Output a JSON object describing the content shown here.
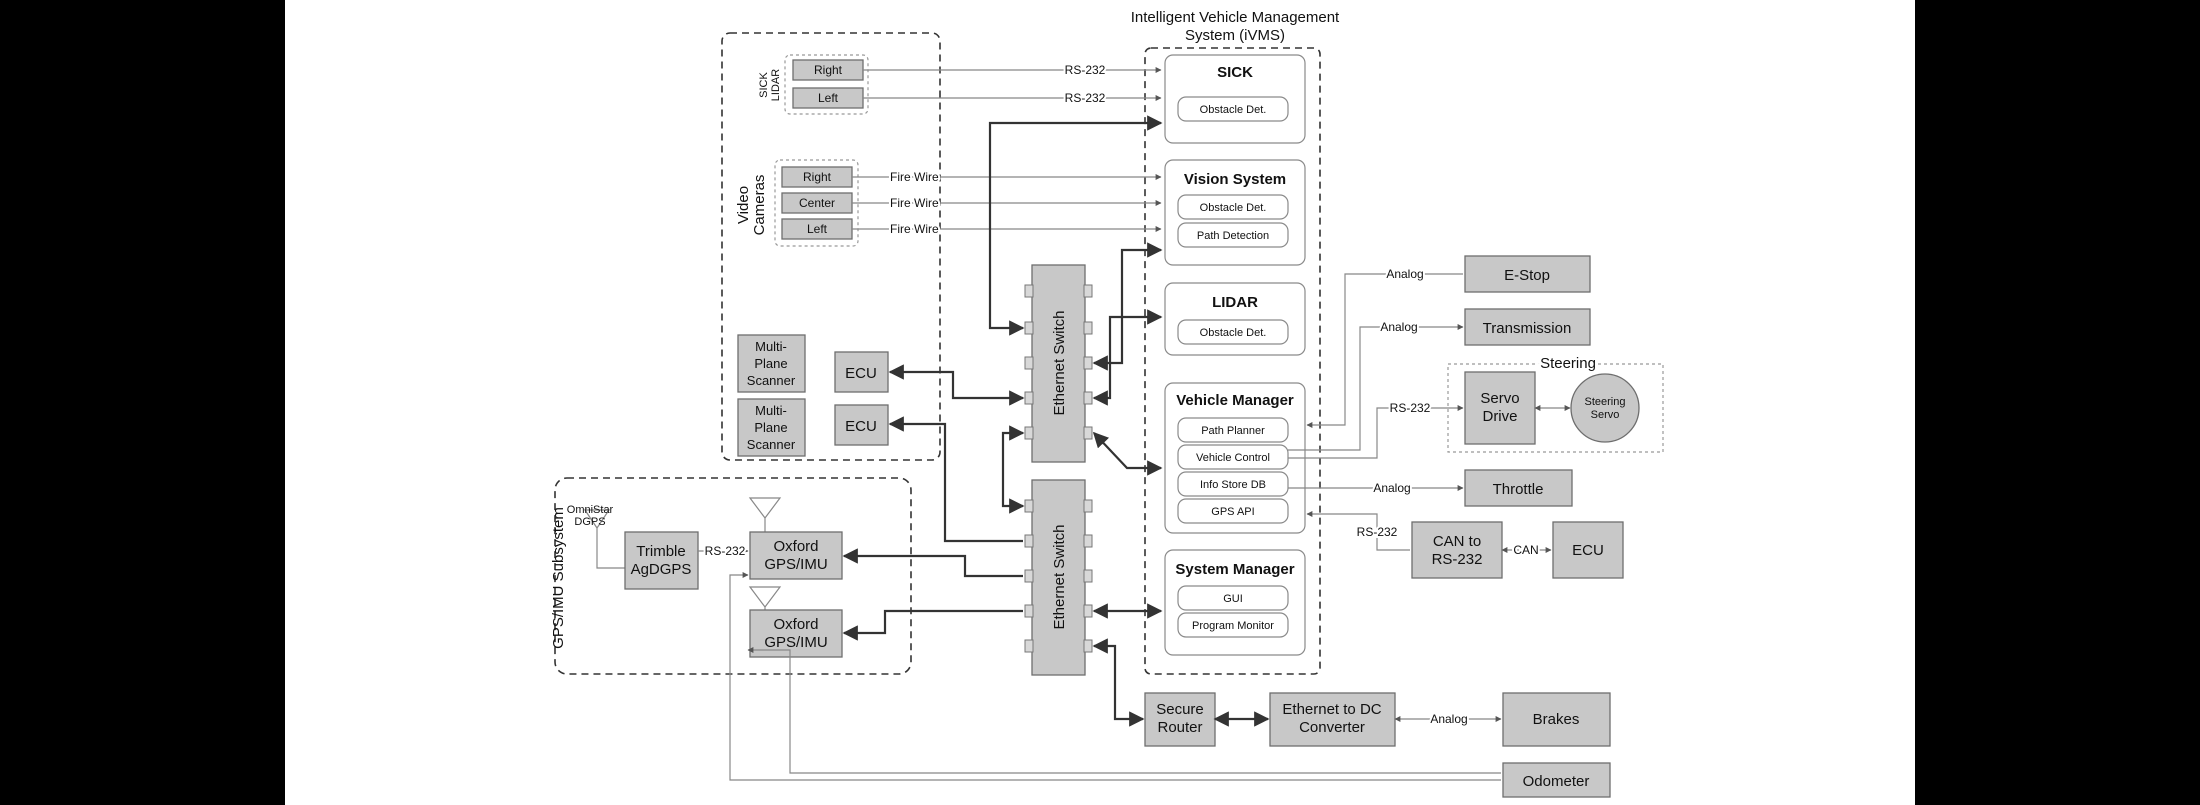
{
  "ivms_title": [
    "Intelligent Vehicle Management",
    "System (iVMS)"
  ],
  "sick_lidar": {
    "label": [
      "SICK",
      "LIDAR"
    ],
    "right": "Right",
    "left": "Left"
  },
  "video_cameras": {
    "label": [
      "Video",
      "Cameras"
    ],
    "right": "Right",
    "center": "Center",
    "left": "Left"
  },
  "scanners": [
    {
      "label": [
        "Multi-",
        "Plane",
        "Scanner"
      ],
      "ecu": "ECU"
    },
    {
      "label": [
        "Multi-",
        "Plane",
        "Scanner"
      ],
      "ecu": "ECU"
    }
  ],
  "gps_subsystem": {
    "label": "GPS/IMU Subsystem",
    "omnistar": [
      "OmniStar",
      "DGPS"
    ],
    "trimble": [
      "Trimble",
      "AgDGPS"
    ],
    "oxford1": [
      "Oxford",
      "GPS/IMU"
    ],
    "oxford2": [
      "Oxford",
      "GPS/IMU"
    ]
  },
  "ethernet_switch": "Ethernet Switch",
  "modules": {
    "sick": {
      "title": "SICK",
      "items": [
        "Obstacle Det."
      ]
    },
    "vision": {
      "title": "Vision System",
      "items": [
        "Obstacle Det.",
        "Path Detection"
      ]
    },
    "lidar": {
      "title": "LIDAR",
      "items": [
        "Obstacle Det."
      ]
    },
    "vehicle_manager": {
      "title": "Vehicle Manager",
      "items": [
        "Path  Planner",
        "Vehicle Control",
        "Info Store DB",
        "GPS API"
      ]
    },
    "system_manager": {
      "title": "System Manager",
      "items": [
        "GUI",
        "Program Monitor"
      ]
    }
  },
  "outputs": {
    "estop": "E-Stop",
    "transmission": "Transmission",
    "steering_group": "Steering",
    "servo_drive": [
      "Servo",
      "Drive"
    ],
    "steering_servo": [
      "Steering",
      "Servo"
    ],
    "throttle": "Throttle",
    "can_to_rs232": [
      "CAN to",
      "RS-232"
    ],
    "ecu": "ECU",
    "secure_router": [
      "Secure",
      "Router"
    ],
    "eth_dc": [
      "Ethernet to DC",
      "Converter"
    ],
    "brakes": "Brakes",
    "odometer": "Odometer"
  },
  "links": {
    "rs232": "RS-232",
    "firewire": "Fire Wire",
    "analog": "Analog",
    "can": "CAN"
  }
}
